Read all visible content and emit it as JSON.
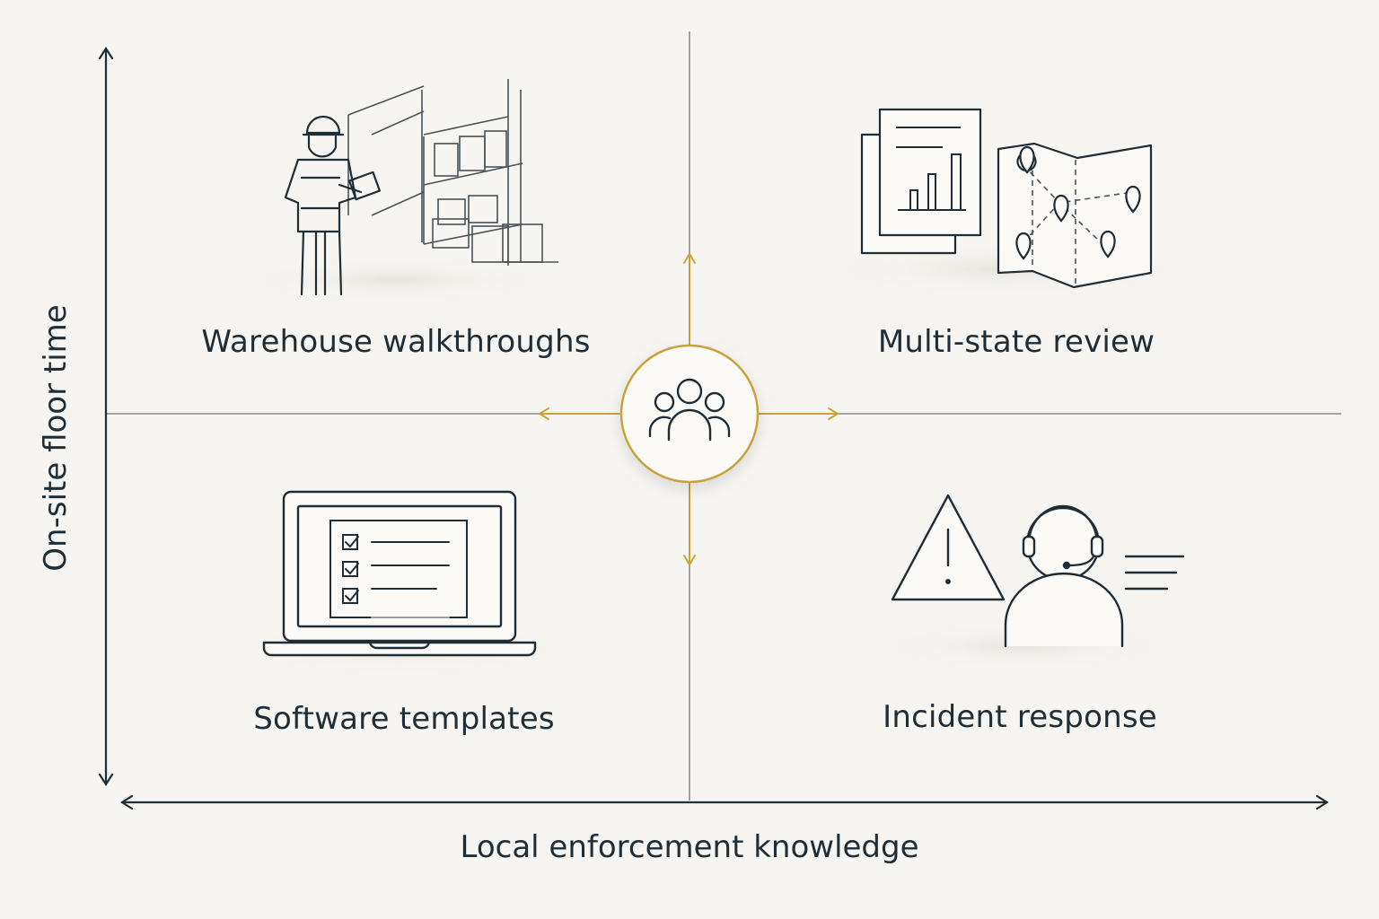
{
  "axes": {
    "y_label": "On-site floor time",
    "x_label": "Local enforcement knowledge"
  },
  "center": {
    "icon": "team-icon",
    "accent": "#c9a23a"
  },
  "quadrants": {
    "top_left": {
      "label": "Warehouse walkthroughs",
      "icon": "warehouse-inspector-icon"
    },
    "top_right": {
      "label": "Multi-state review",
      "icon": "documents-map-icon"
    },
    "bottom_left": {
      "label": "Software templates",
      "icon": "laptop-checklist-icon"
    },
    "bottom_right": {
      "label": "Incident response",
      "icon": "warning-support-agent-icon"
    }
  },
  "colors": {
    "background": "#f6f5f1",
    "ink": "#1f2d36",
    "accent": "#c9a23a",
    "divider": "#8a8a86"
  }
}
